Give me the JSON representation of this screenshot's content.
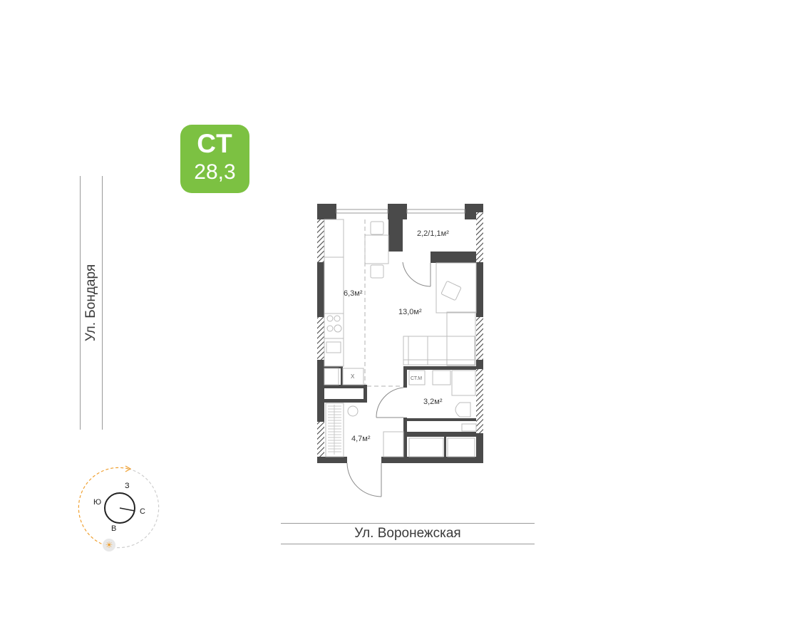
{
  "badge": {
    "type": "СТ",
    "area": "28,3",
    "color": "#7cc142"
  },
  "streets": {
    "left": "Ул. Бондаря",
    "bottom": "Ул. Воронежская"
  },
  "rooms": [
    {
      "name": "balcony",
      "label": "2,2/1,1м²"
    },
    {
      "name": "kitchen",
      "label": "6,3м²"
    },
    {
      "name": "living-room",
      "label": "13,0м²"
    },
    {
      "name": "bathroom",
      "label": "3,2м²"
    },
    {
      "name": "hallway",
      "label": "4,7м²"
    }
  ],
  "fixtures": {
    "washing_machine": "СТ.М",
    "fridge": "Х"
  },
  "compass": {
    "north": "С",
    "south": "Ю",
    "west": "З",
    "east": "В",
    "sun_color": "#f0a030"
  }
}
